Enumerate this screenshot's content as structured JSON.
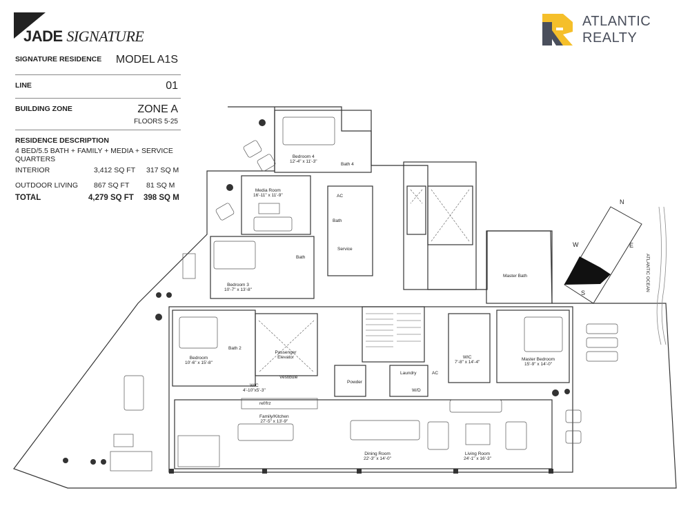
{
  "brand": {
    "part1": "JADE",
    "part2": "SIGNATURE"
  },
  "realty": {
    "line1": "ATLANTIC",
    "line2": "REALTY",
    "colors": {
      "yellow": "#f5bf2a",
      "slate": "#4a4f5c"
    }
  },
  "info": {
    "residence_label": "SIGNATURE RESIDENCE",
    "residence_value": "MODEL A1S",
    "line_label": "LINE",
    "line_value": "01",
    "zone_label": "BUILDING ZONE",
    "zone_value": "ZONE A",
    "zone_floors": "FLOORS 5-25"
  },
  "description": {
    "header": "RESIDENCE DESCRIPTION",
    "summary": "4 BED/5.5 BATH + FAMILY + MEDIA + SERVICE QUARTERS",
    "rows": [
      {
        "label": "INTERIOR",
        "sqft": "3,412 SQ FT",
        "sqm": "317 SQ M"
      },
      {
        "label": "OUTDOOR LIVING",
        "sqft": "867 SQ FT",
        "sqm": "81 SQ M"
      },
      {
        "label": "TOTAL",
        "sqft": "4,279 SQ FT",
        "sqm": "398 SQ M"
      }
    ]
  },
  "compass": {
    "n": "N",
    "e": "E",
    "s": "S",
    "w": "W",
    "ocean": "ATLANTIC OCEAN"
  },
  "rooms": {
    "bedroom4": {
      "name": "Bedroom 4",
      "dim": "12'-4\" x 11'-3\""
    },
    "bath4": {
      "name": "Bath 4"
    },
    "media": {
      "name": "Media Room",
      "dim": "16'-11\" x 11'-9\""
    },
    "bedroom3": {
      "name": "Bedroom 3",
      "dim": "10'-7\" x 13'-8\""
    },
    "bath3": {
      "name": "Bath"
    },
    "ac1": {
      "name": "AC"
    },
    "bath_service": {
      "name": "Bath"
    },
    "service": {
      "name": "Service"
    },
    "master_bath": {
      "name": "Master Bath"
    },
    "bedroom": {
      "name": "Bedroom",
      "dim": "10'-6\" x 15'-8\""
    },
    "bath2": {
      "name": "Bath 2"
    },
    "elevator": {
      "name": "Passenger Elevator"
    },
    "wic1": {
      "name": "WIC",
      "dim": "4'-10\"x5'-3\""
    },
    "vestibule": {
      "name": "Vestibule"
    },
    "wic2": {
      "name": "WIC",
      "dim": "7'-8\" x 14'-4\""
    },
    "master_bed": {
      "name": "Master Bedroom",
      "dim": "15'-9\" x 14'-0\""
    },
    "powder": {
      "name": "Powder"
    },
    "laundry": {
      "name": "Laundry"
    },
    "ac2": {
      "name": "AC"
    },
    "wd": {
      "name": "W/D"
    },
    "reffz": {
      "name": "ref/frz"
    },
    "family": {
      "name": "Family/Kitchen",
      "dim": "27'-5\" x 13'-9\""
    },
    "dining": {
      "name": "Dining Room",
      "dim": "22'-3\" x 14'-0\""
    },
    "living": {
      "name": "Living Room",
      "dim": "24'-1\" x 16'-3\""
    }
  }
}
